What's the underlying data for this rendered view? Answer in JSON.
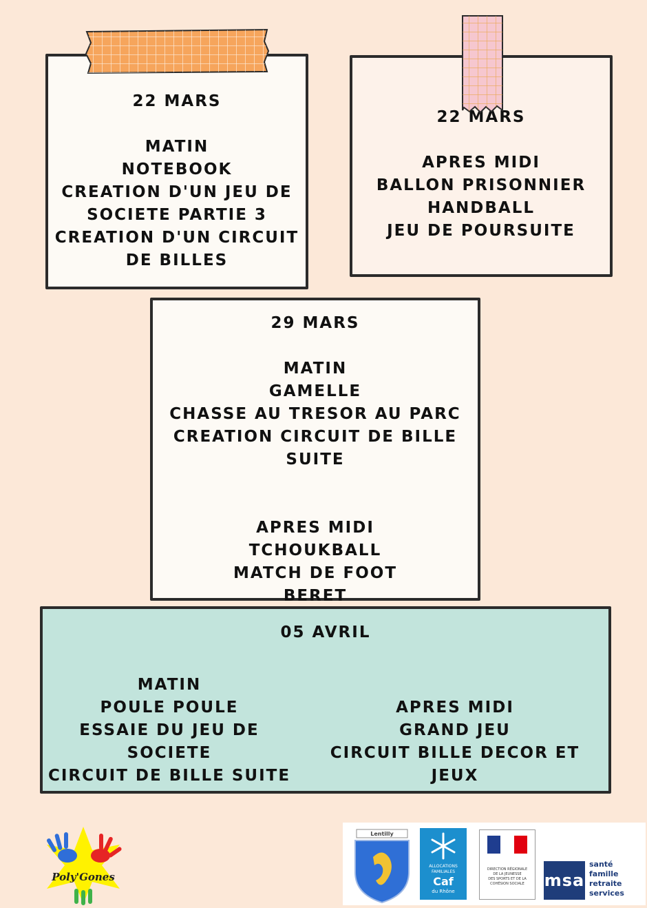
{
  "notes": [
    {
      "date": "22 MARS",
      "lines": [
        "MATIN",
        "NOTEBOOK",
        "CREATION D'UN JEU DE",
        "SOCIETE PARTIE 3",
        "CREATION D'UN CIRCUIT",
        "DE BILLES"
      ]
    },
    {
      "date": "22 MARS",
      "lines": [
        "APRES MIDI",
        "BALLON PRISONNIER",
        "HANDBALL",
        "JEU DE POURSUITE"
      ]
    },
    {
      "date": "29 MARS",
      "morning": [
        "MATIN",
        "GAMELLE",
        "CHASSE AU TRESOR AU PARC",
        "CREATION CIRCUIT DE BILLE",
        "SUITE"
      ],
      "afternoon": [
        "APRES MIDI",
        "TCHOUKBALL",
        "MATCH DE FOOT",
        "BERET"
      ]
    },
    {
      "date": "05 AVRIL",
      "morning": [
        "MATIN",
        "POULE POULE",
        "ESSAIE DU JEU DE",
        "SOCIETE",
        "CIRCUIT DE BILLE SUITE"
      ],
      "afternoon": [
        "APRES MIDI",
        "GRAND JEU",
        "CIRCUIT BILLE DECOR ET",
        "JEUX"
      ]
    }
  ],
  "logos": {
    "polygones": "Poly'Gones",
    "lentilly": "Lentilly",
    "caf_lines": [
      "ALLOCATIONS",
      "FAMILIALES",
      "Caf",
      "du Rhône"
    ],
    "ddjs_lines": [
      "DIRECTION RÉGIONALE",
      "DE LA JEUNESSE",
      "DES SPORTS ET DE LA",
      "COHÉSION SOCIALE"
    ],
    "msa_letters": "msa",
    "msa_lines": [
      "santé",
      "famille",
      "retraite",
      "services"
    ]
  },
  "colors": {
    "background": "#fce8d8",
    "note_paper": "#fdfaf5",
    "note_teal": "#c2e4dc",
    "tape_orange": "#f6a55c",
    "tape_pink": "#f6c7cf",
    "caf_blue": "#1c8fce",
    "msa_navy": "#1f3d7a"
  }
}
